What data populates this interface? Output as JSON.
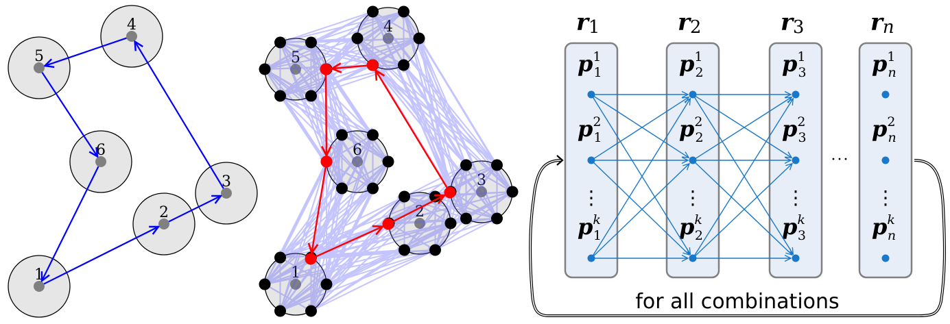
{
  "panel_a": {
    "title": "Target visiting order",
    "regions": [
      {
        "id": 1,
        "label": "1"
      },
      {
        "id": 2,
        "label": "2"
      },
      {
        "id": 3,
        "label": "3"
      },
      {
        "id": 4,
        "label": "4"
      },
      {
        "id": 5,
        "label": "5"
      },
      {
        "id": 6,
        "label": "6"
      }
    ],
    "tour": [
      1,
      2,
      3,
      4,
      5,
      6,
      1
    ],
    "colors": {
      "region_fill": "#e6e6e6",
      "center": "#808080",
      "edge": "#0000ff"
    }
  },
  "panel_b": {
    "title": "Sampled points and selected path",
    "regions": [
      {
        "id": 1,
        "label": "1",
        "samples": 6
      },
      {
        "id": 2,
        "label": "2",
        "samples": 6
      },
      {
        "id": 3,
        "label": "3",
        "samples": 6
      },
      {
        "id": 4,
        "label": "4",
        "samples": 6
      },
      {
        "id": 5,
        "label": "5",
        "samples": 6
      },
      {
        "id": 6,
        "label": "6",
        "samples": 6
      }
    ],
    "selected_path": [
      1,
      2,
      3,
      4,
      5,
      6,
      1
    ],
    "colors": {
      "sample": "#000000",
      "selected": "#ff0000",
      "candidate_edge": "#5a5aff",
      "selected_edge": "#ff0000"
    }
  },
  "panel_c": {
    "columns": [
      {
        "name": "r",
        "sub": "1",
        "points": [
          {
            "base": "p",
            "sup": "1",
            "sub": "1"
          },
          {
            "base": "p",
            "sup": "2",
            "sub": "1"
          },
          {
            "base": "p",
            "sup": "k",
            "sub": "1"
          }
        ]
      },
      {
        "name": "r",
        "sub": "2",
        "points": [
          {
            "base": "p",
            "sup": "1",
            "sub": "2"
          },
          {
            "base": "p",
            "sup": "2",
            "sub": "2"
          },
          {
            "base": "p",
            "sup": "k",
            "sub": "2"
          }
        ]
      },
      {
        "name": "r",
        "sub": "3",
        "points": [
          {
            "base": "p",
            "sup": "1",
            "sub": "3"
          },
          {
            "base": "p",
            "sup": "2",
            "sub": "3"
          },
          {
            "base": "p",
            "sup": "k",
            "sub": "3"
          }
        ]
      },
      {
        "name": "r",
        "sub": "n",
        "points": [
          {
            "base": "p",
            "sup": "1",
            "sub": "n"
          },
          {
            "base": "p",
            "sup": "2",
            "sub": "n"
          },
          {
            "base": "p",
            "sup": "k",
            "sub": "n"
          }
        ]
      }
    ],
    "vdots": "⋮",
    "hdots": "···",
    "caption": "for all combinations",
    "colors": {
      "column_fill": "#e8eef8",
      "column_stroke": "#808080",
      "node": "#1a78c8",
      "edge": "#1a78c8"
    }
  }
}
